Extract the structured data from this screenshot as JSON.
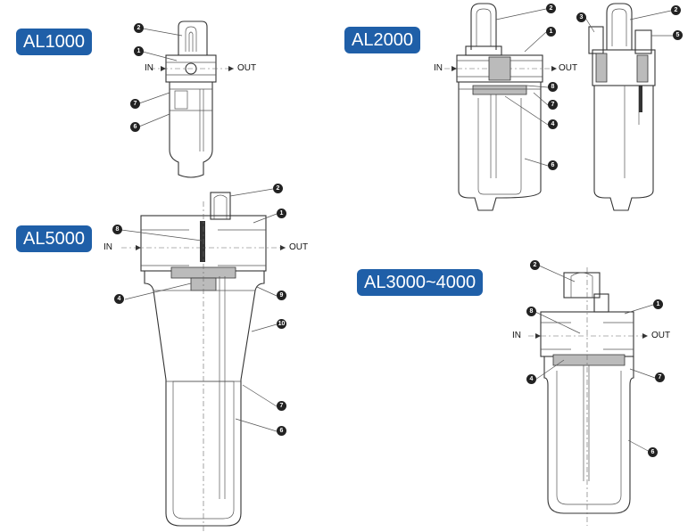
{
  "colors": {
    "badge": "#1f5fa8",
    "line": "#333333"
  },
  "models": [
    {
      "id": "al1000",
      "label": "AL1000",
      "in_label": "IN",
      "out_label": "OUT",
      "callouts": [
        "2",
        "1",
        "7",
        "6"
      ]
    },
    {
      "id": "al2000",
      "label": "AL2000",
      "in_label": "IN",
      "out_label": "OUT",
      "callouts": [
        "2",
        "1",
        "8",
        "7",
        "4",
        "6",
        "3",
        "2",
        "5"
      ]
    },
    {
      "id": "al5000",
      "label": "AL5000",
      "in_label": "IN",
      "out_label": "OUT",
      "callouts": [
        "2",
        "1",
        "8",
        "4",
        "9",
        "10",
        "7",
        "6"
      ]
    },
    {
      "id": "al3000",
      "label": "AL3000~4000",
      "in_label": "IN",
      "out_label": "OUT",
      "callouts": [
        "2",
        "1",
        "8",
        "4",
        "7",
        "6"
      ]
    }
  ]
}
